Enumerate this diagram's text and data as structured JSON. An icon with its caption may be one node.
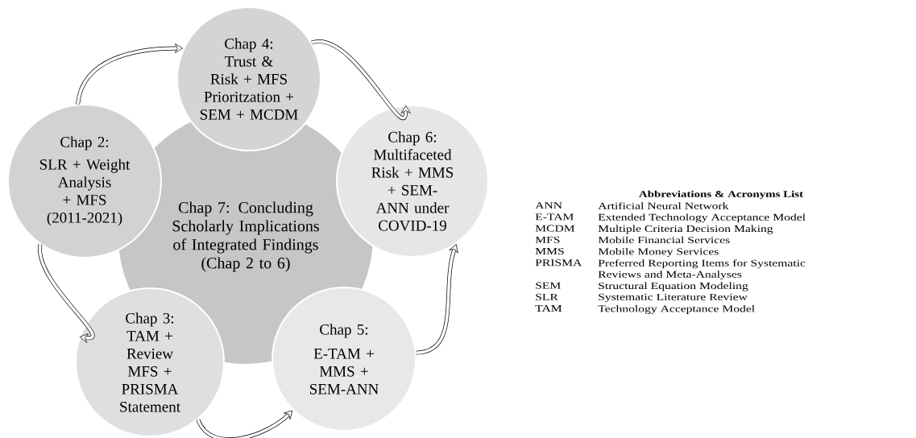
{
  "diagram": {
    "nodes": [
      {
        "text": [
          "Chap 4:",
          "Trust & Risk + MFS Prioritzation + SEM + MCDM"
        ]
      },
      {
        "text": [
          "Chap 2:",
          "SLR + Weight Analysis + MFS (2011-2021)"
        ]
      },
      {
        "text": [
          "Chap 6:",
          "Multifaceted Risk + MMS + SEM-ANN under COVID-19"
        ]
      },
      {
        "text": [
          "Chap 7: Concluding Scholarly Implications of Integrated Findings (Chap 2 to 6)"
        ]
      },
      {
        "text": [
          "Chap 3:",
          "TAM + Review MFS + PRISMA Statement"
        ]
      },
      {
        "text": [
          "Chap 5:",
          "E-TAM + MMS + SEM-ANN"
        ]
      }
    ],
    "edges": [
      {
        "from": 1,
        "to": 0,
        "arrow": "to"
      },
      {
        "from": 0,
        "to": 2,
        "arrow": "to"
      },
      {
        "from": 1,
        "to": 4,
        "arrow": "to"
      },
      {
        "from": 4,
        "to": 5,
        "arrow": "to"
      },
      {
        "from": 5,
        "to": 2,
        "arrow": "to"
      }
    ],
    "labels": [
      "Abbreviations & Acronyms List",
      "ANN",
      "Artificial Neural Network",
      "E-TAM",
      "Extended Technology Acceptance Model",
      "MCDM",
      "Multiple Criteria Decision Making",
      "MFS",
      "Mobile Financial Services",
      "MMS",
      "Mobile Money Services",
      "PRISMA",
      "Preferred Reporting Items for Systematic Reviews and Meta-Analyses",
      "SEM",
      "Structural Equation Modeling",
      "SLR",
      "Systematic Literature Review",
      "TAM",
      "Technology Acceptance Model"
    ]
  }
}
